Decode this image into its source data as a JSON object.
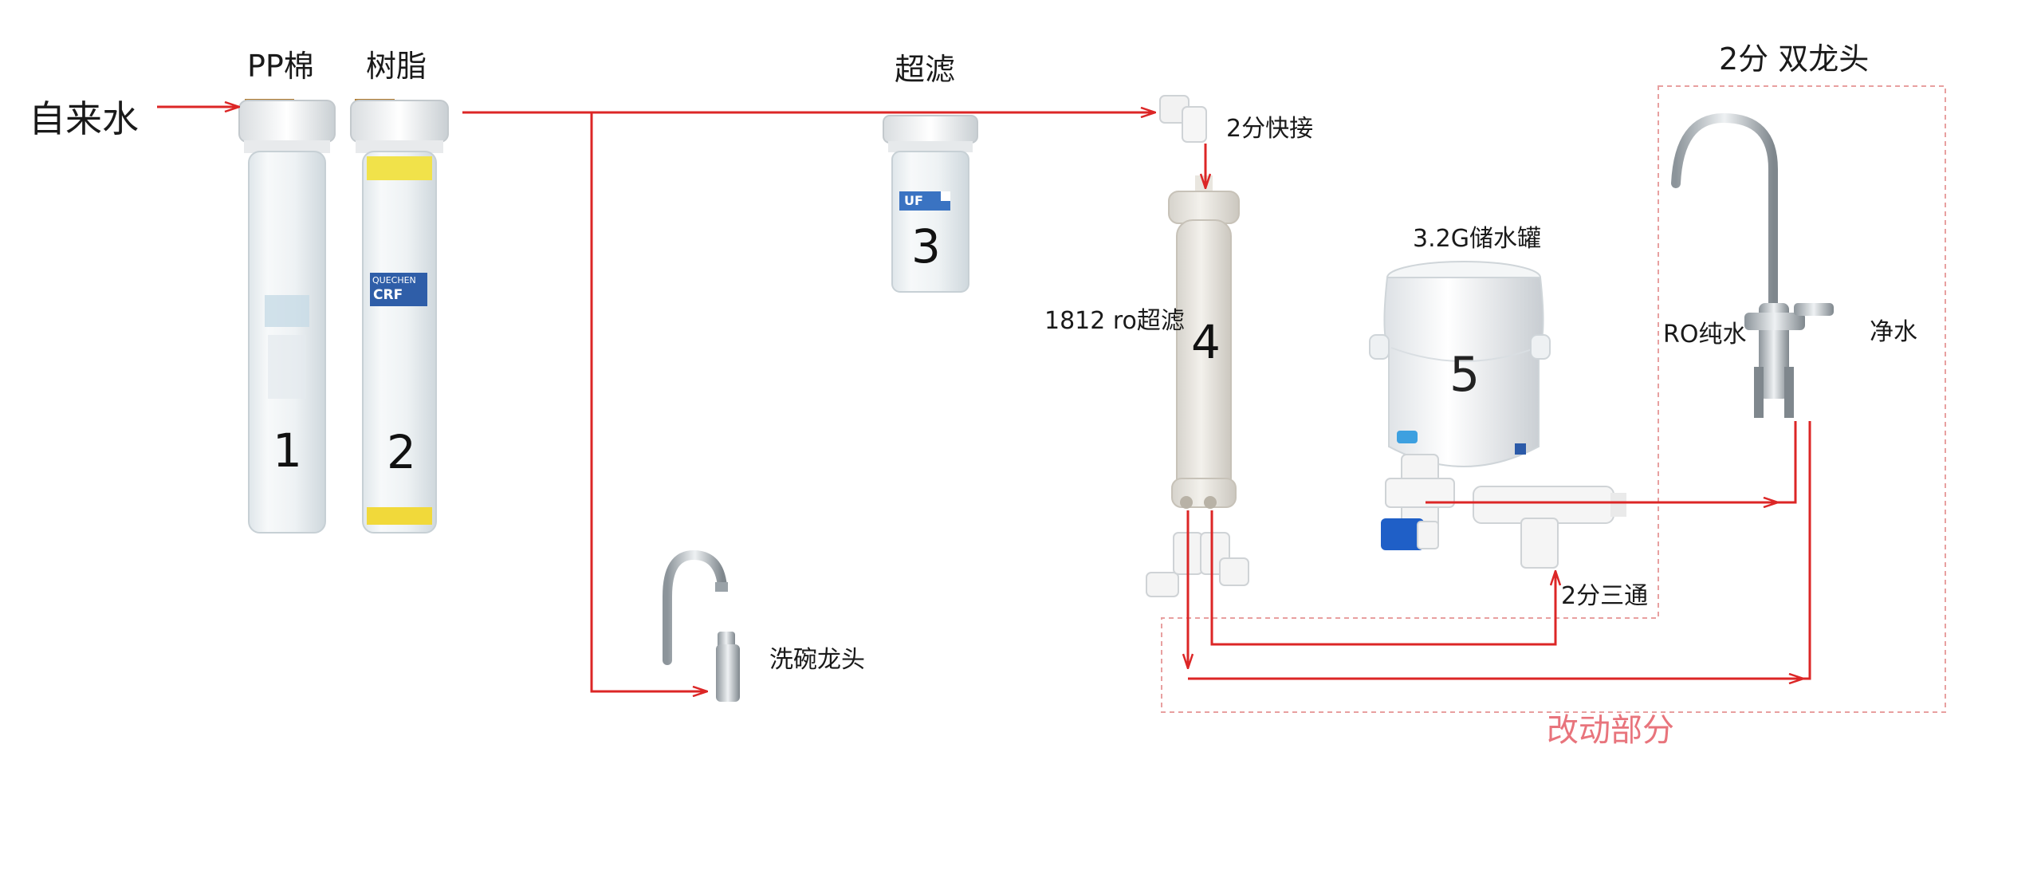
{
  "labels": {
    "tap_water": "自来水",
    "pp_cotton": "PP棉",
    "resin": "树脂",
    "ultrafiltration": "超滤",
    "quick_connect": "2分快接",
    "ro_membrane": "1812 ro超滤",
    "storage_tank": "3.2G储水罐",
    "dual_faucet": "2分 双龙头",
    "ro_pure_water": "RO纯水",
    "clean_water": "净水",
    "tee": "2分三通",
    "dish_faucet": "洗碗龙头",
    "modified_section": "改动部分"
  },
  "stage_numbers": {
    "pp_cotton": "1",
    "resin": "2",
    "ultrafiltration": "3",
    "ro_membrane": "4",
    "storage_tank": "5"
  },
  "product_text": {
    "resin_brand": "QUECHEN",
    "resin_model": "CRF",
    "uf_model": "UF"
  },
  "colors": {
    "pipe": "#dc2626",
    "dashed_box": "#e8a0a0",
    "modified_label": "#e8747c"
  }
}
